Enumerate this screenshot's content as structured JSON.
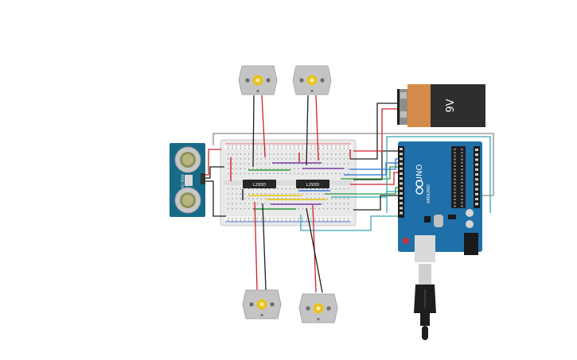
{
  "battery": {
    "label": "9V",
    "color_body": "#2e2e2e",
    "color_cap": "#d48a48"
  },
  "drivers": [
    {
      "label": "L293D"
    },
    {
      "label": "L293D"
    }
  ],
  "arduino": {
    "model": "UNO",
    "brand": "ARDUINO",
    "board_color": "#1f6fa8"
  },
  "sensor": {
    "model": "HC-SR04",
    "color": "#176a86"
  },
  "wire_colors": {
    "red": "#d01f2a",
    "black": "#1e1e1e",
    "green": "#2b9a3a",
    "blue": "#2f6fd6",
    "yellow": "#e7c400",
    "purple": "#7a3ea8",
    "teal": "#36a7b5",
    "gray": "#8a8a8a"
  },
  "motors": [
    {
      "name": "motor-top-left"
    },
    {
      "name": "motor-top-right"
    },
    {
      "name": "motor-bottom-left"
    },
    {
      "name": "motor-bottom-right"
    }
  ]
}
